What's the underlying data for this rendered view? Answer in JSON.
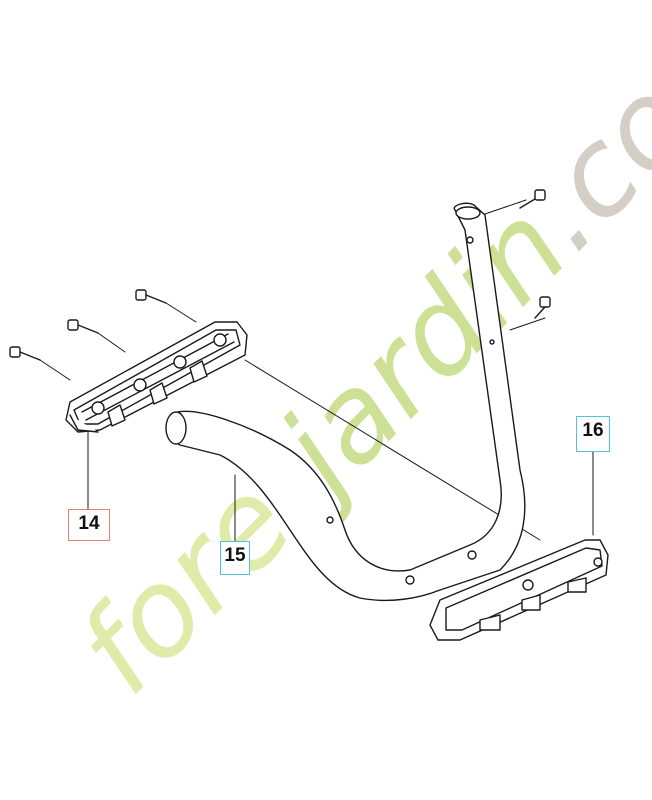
{
  "callouts": [
    {
      "id": "14",
      "label": "14",
      "border_color": "#e8836b"
    },
    {
      "id": "15",
      "label": "15",
      "border_color": "#4fc3d9"
    },
    {
      "id": "16",
      "label": "16",
      "border_color": "#4fc3d9"
    }
  ],
  "watermark": {
    "text": "foretjardin.com",
    "colors": {
      "fore": "#dde8a0",
      "t": "#f3c99a",
      "jardin": "#c9dd8a",
      "com": "#cfcac2"
    }
  },
  "colors": {
    "line": "#1a1a1a",
    "fill": "#ffffff"
  }
}
